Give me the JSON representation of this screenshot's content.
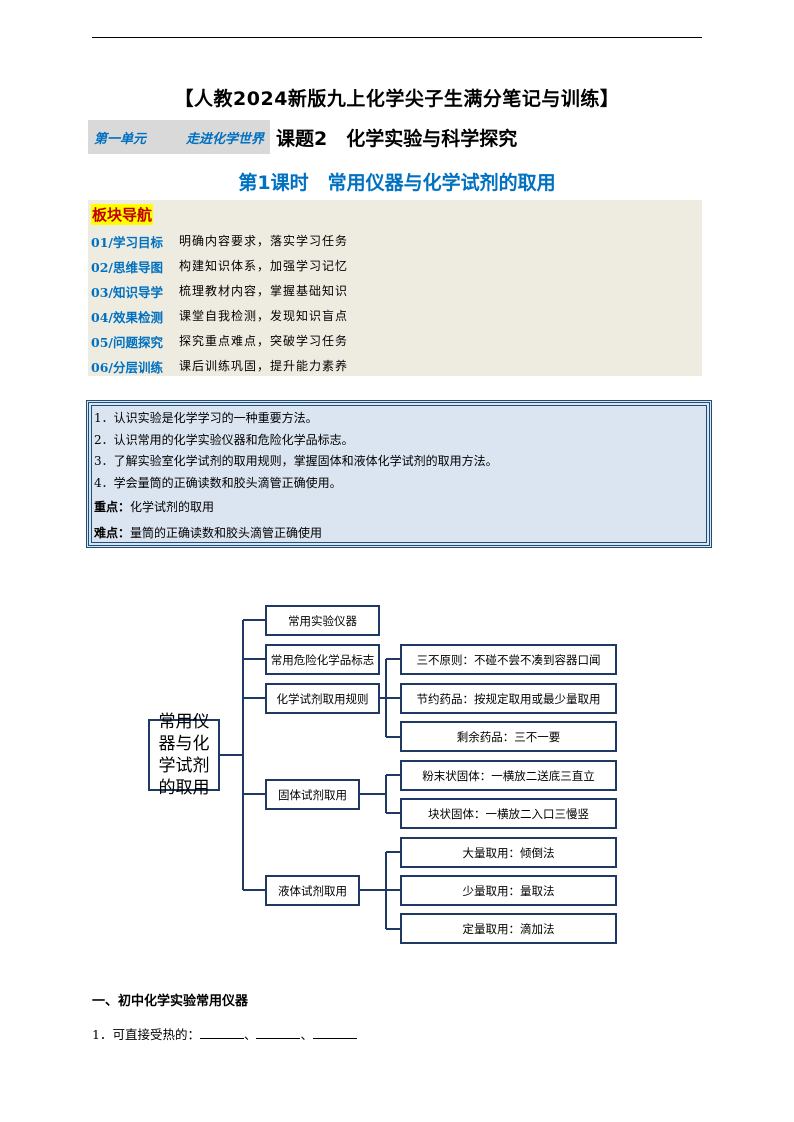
{
  "header": {
    "main_title": "【人教2024新版九上化学尖子生满分笔记与训练】",
    "unit_label_a": "第一单元",
    "unit_label_b": "走进化学世界",
    "topic_title": "课题2　化学实验与科学探究",
    "lesson_title": "第1课时　常用仪器与化学试剂的取用"
  },
  "nav": {
    "title": "板块导航",
    "items": [
      {
        "key": "01/学习目标",
        "desc": "明确内容要求，落实学习任务"
      },
      {
        "key": "02/思维导图",
        "desc": "构建知识体系，加强学习记忆"
      },
      {
        "key": "03/知识导学",
        "desc": "梳理教材内容，掌握基础知识"
      },
      {
        "key": "04/效果检测",
        "desc": "课堂自我检测，发现知识盲点"
      },
      {
        "key": "05/问题探究",
        "desc": "探究重点难点，突破学习任务"
      },
      {
        "key": "06/分层训练",
        "desc": "课后训练巩固，提升能力素养"
      }
    ]
  },
  "goals": {
    "items": [
      "1．认识实验是化学学习的一种重要方法。",
      "2．认识常用的化学实验仪器和危险化学品标志。",
      "3．了解实验室化学试剂的取用规则，掌握固体和液体化学试剂的取用方法。",
      "4．学会量筒的正确读数和胶头滴管正确使用。"
    ],
    "key_label": "重点：",
    "key_text": "化学试剂的取用",
    "hard_label": "难点：",
    "hard_text": "量筒的正确读数和胶头滴管正确使用"
  },
  "mindmap": {
    "root": "常用仪器与化学试剂的取用",
    "level1": [
      "常用实验仪器",
      "常用危险化学品标志",
      "化学试剂取用规则",
      "固体试剂取用",
      "液体试剂取用"
    ],
    "rules": [
      "三不原则：不碰不尝不凑到容器口闻",
      "节约药品：按规定取用或最少量取用",
      "剩余药品：三不一要"
    ],
    "solids": [
      "粉末状固体：一横放二送底三直立",
      "块状固体：一横放二入口三慢竖"
    ],
    "liquids": [
      "大量取用：倾倒法",
      "少量取用：量取法",
      "定量取用：滴加法"
    ]
  },
  "section": {
    "heading": "一、初中化学实验常用仪器",
    "q1_prefix": "1．可直接受热的：",
    "sep": "、"
  }
}
